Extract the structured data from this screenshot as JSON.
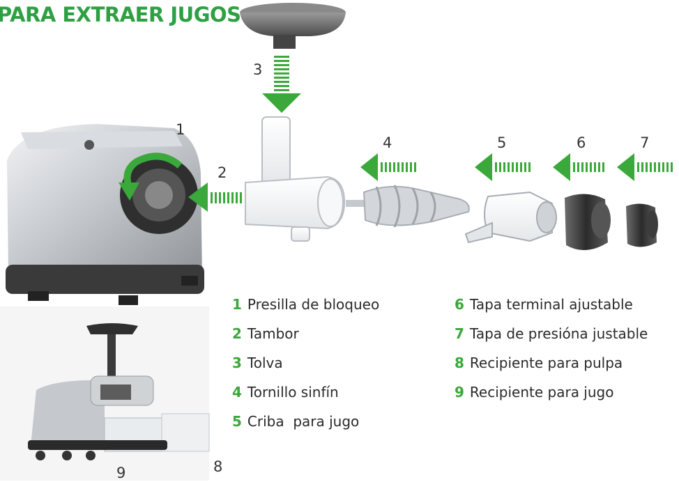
{
  "title": "PARA EXTRAER JUGOS",
  "callout_numbers": {
    "n1": "1",
    "n2": "2",
    "n3": "3",
    "n4": "4",
    "n5": "5",
    "n6": "6",
    "n7": "7",
    "n8": "8",
    "n9": "9"
  },
  "legend": {
    "left": [
      {
        "num": "1",
        "label": "Presilla de bloqueo"
      },
      {
        "num": "2",
        "label": "Tambor"
      },
      {
        "num": "3",
        "label": "Tolva"
      },
      {
        "num": "4",
        "label": "Tornillo sinfín"
      },
      {
        "num": "5",
        "label": "Criba  para jugo"
      }
    ],
    "right": [
      {
        "num": "6",
        "label": "Tapa terminal ajustable"
      },
      {
        "num": "7",
        "label": "Tapa de presióna justable"
      },
      {
        "num": "8",
        "label": "Recipiente para pulpa"
      },
      {
        "num": "9",
        "label": "Recipiente para jugo"
      }
    ]
  },
  "colors": {
    "accent_green": "#3aa83a",
    "title_green": "#2ea043",
    "silver": "#c9ccd0",
    "dark": "#3a3a3a"
  }
}
